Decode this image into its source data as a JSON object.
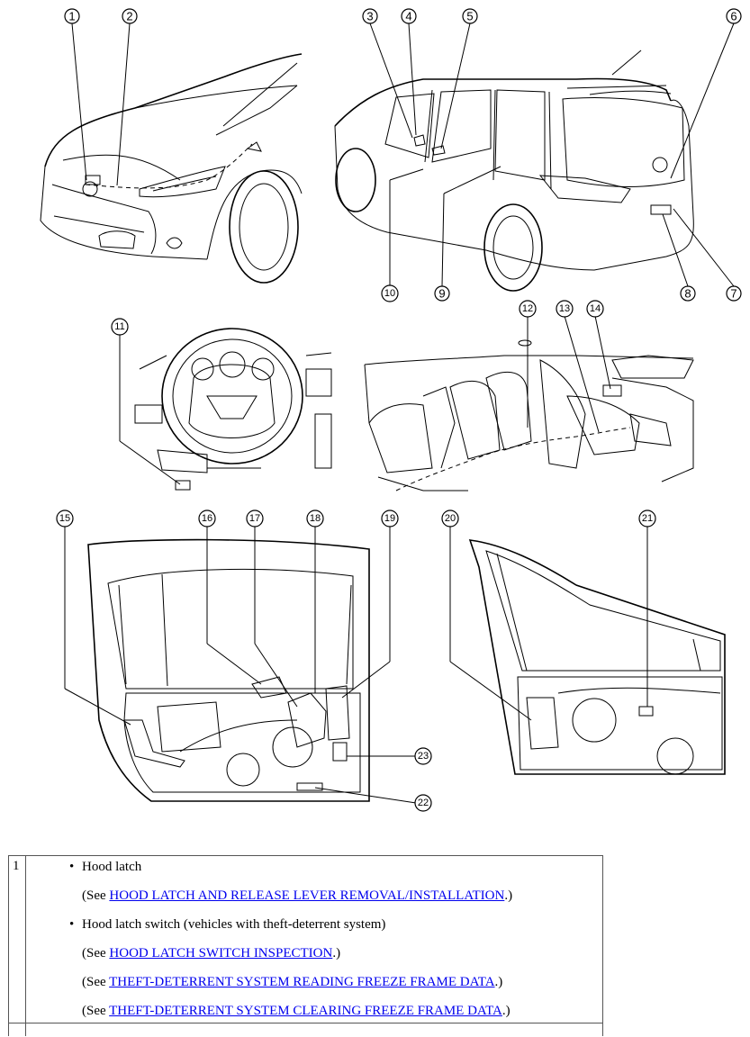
{
  "figure": {
    "callouts": [
      "1",
      "2",
      "3",
      "4",
      "5",
      "6",
      "7",
      "8",
      "9",
      "10",
      "11",
      "12",
      "13",
      "14",
      "15",
      "16",
      "17",
      "18",
      "19",
      "20",
      "21",
      "22",
      "23"
    ]
  },
  "table": {
    "row1": {
      "index": "1",
      "item1": "Hood latch",
      "see_prefix": "(See ",
      "see_suffix": ".)",
      "link1": "HOOD LATCH AND RELEASE LEVER REMOVAL/INSTALLATION",
      "item2": "Hood latch switch (vehicles with theft-deterrent system)",
      "link2": "HOOD LATCH SWITCH INSPECTION",
      "link3": "THEFT-DETERRENT SYSTEM READING FREEZE FRAME DATA",
      "link4": "THEFT-DETERRENT SYSTEM CLEARING FREEZE FRAME DATA"
    }
  }
}
